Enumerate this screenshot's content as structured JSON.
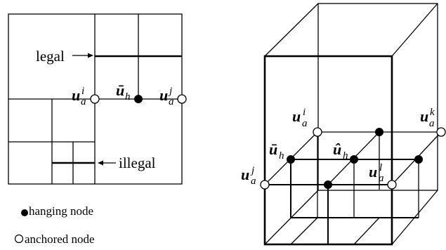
{
  "left_panel": {
    "label_legal": "legal",
    "label_illegal": "illegal",
    "node_ui": {
      "base": "u",
      "sub": "a",
      "sup": "i"
    },
    "node_uh": {
      "base": "ū",
      "sub": "h"
    },
    "node_uj": {
      "base": "u",
      "sub": "a",
      "sup": "j"
    }
  },
  "legend": {
    "hanging": "hanging node",
    "anchored": "anchored node"
  },
  "right_panel": {
    "node_ui": {
      "base": "u",
      "sub": "a",
      "sup": "i"
    },
    "node_uk": {
      "base": "u",
      "sub": "a",
      "sup": "k"
    },
    "node_ubar": {
      "base": "ū",
      "sub": "h"
    },
    "node_uhat": {
      "base": "û",
      "sub": "h"
    },
    "node_uj": {
      "base": "u",
      "sub": "a",
      "sup": "j"
    },
    "node_ul": {
      "base": "u",
      "sub": "a",
      "sup": "l"
    }
  },
  "colors": {
    "ink": "#000000",
    "background": "#ffffff"
  }
}
